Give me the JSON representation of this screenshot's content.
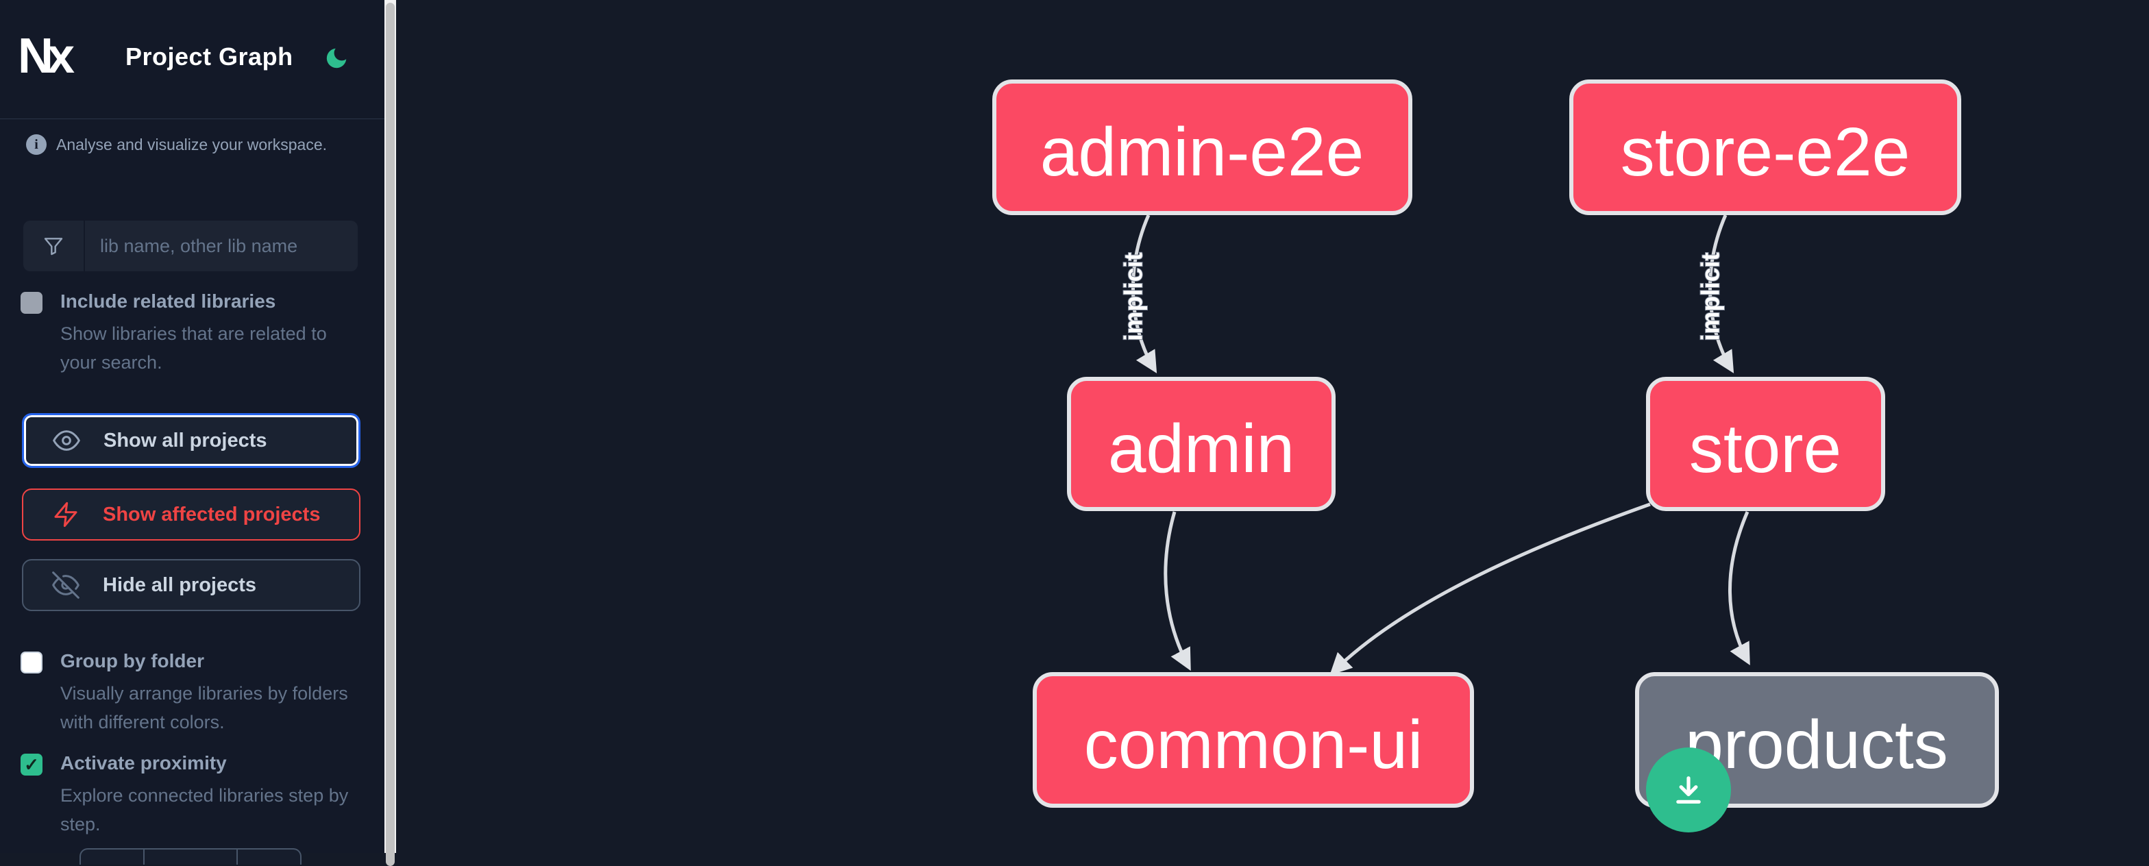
{
  "header": {
    "title": "Project Graph",
    "theme": "dark"
  },
  "sidebar": {
    "tagline": "Analyse and visualize your workspace.",
    "search_placeholder": "lib name, other lib name",
    "include_related": {
      "label": "Include related libraries",
      "description": "Show libraries that are related to your search.",
      "checked": false
    },
    "actions": {
      "show_all": "Show all projects",
      "show_affected": "Show affected projects",
      "hide_all": "Hide all projects"
    },
    "group_by_folder": {
      "label": "Group by folder",
      "description": "Visually arrange libraries by folders with different colors.",
      "checked": false
    },
    "activate_proximity": {
      "label": "Activate proximity",
      "description": "Explore connected libraries step by step.",
      "checked": true,
      "check_glyph": "✓"
    }
  },
  "graph": {
    "nodes": [
      {
        "id": "admin-e2e",
        "label": "admin-e2e",
        "color": "#fb4963"
      },
      {
        "id": "store-e2e",
        "label": "store-e2e",
        "color": "#fb4963"
      },
      {
        "id": "admin",
        "label": "admin",
        "color": "#fb4963"
      },
      {
        "id": "store",
        "label": "store",
        "color": "#fb4963"
      },
      {
        "id": "common-ui",
        "label": "common-ui",
        "color": "#fb4963"
      },
      {
        "id": "products",
        "label": "products",
        "color": "#6b7280"
      }
    ],
    "edges": [
      {
        "from": "admin-e2e",
        "to": "admin",
        "label": "implicit"
      },
      {
        "from": "store-e2e",
        "to": "store",
        "label": "implicit"
      },
      {
        "from": "admin",
        "to": "common-ui",
        "label": ""
      },
      {
        "from": "store",
        "to": "common-ui",
        "label": ""
      },
      {
        "from": "store",
        "to": "products",
        "label": ""
      }
    ]
  },
  "colors": {
    "background": "#141a27",
    "node_affected": "#fb4963",
    "node_default": "#6b7280",
    "node_border": "#e3e4e8",
    "edge": "#d8dbe0",
    "accent_green": "#2ebe8e",
    "focus_blue": "#2563eb",
    "danger_red": "#ef4444"
  }
}
